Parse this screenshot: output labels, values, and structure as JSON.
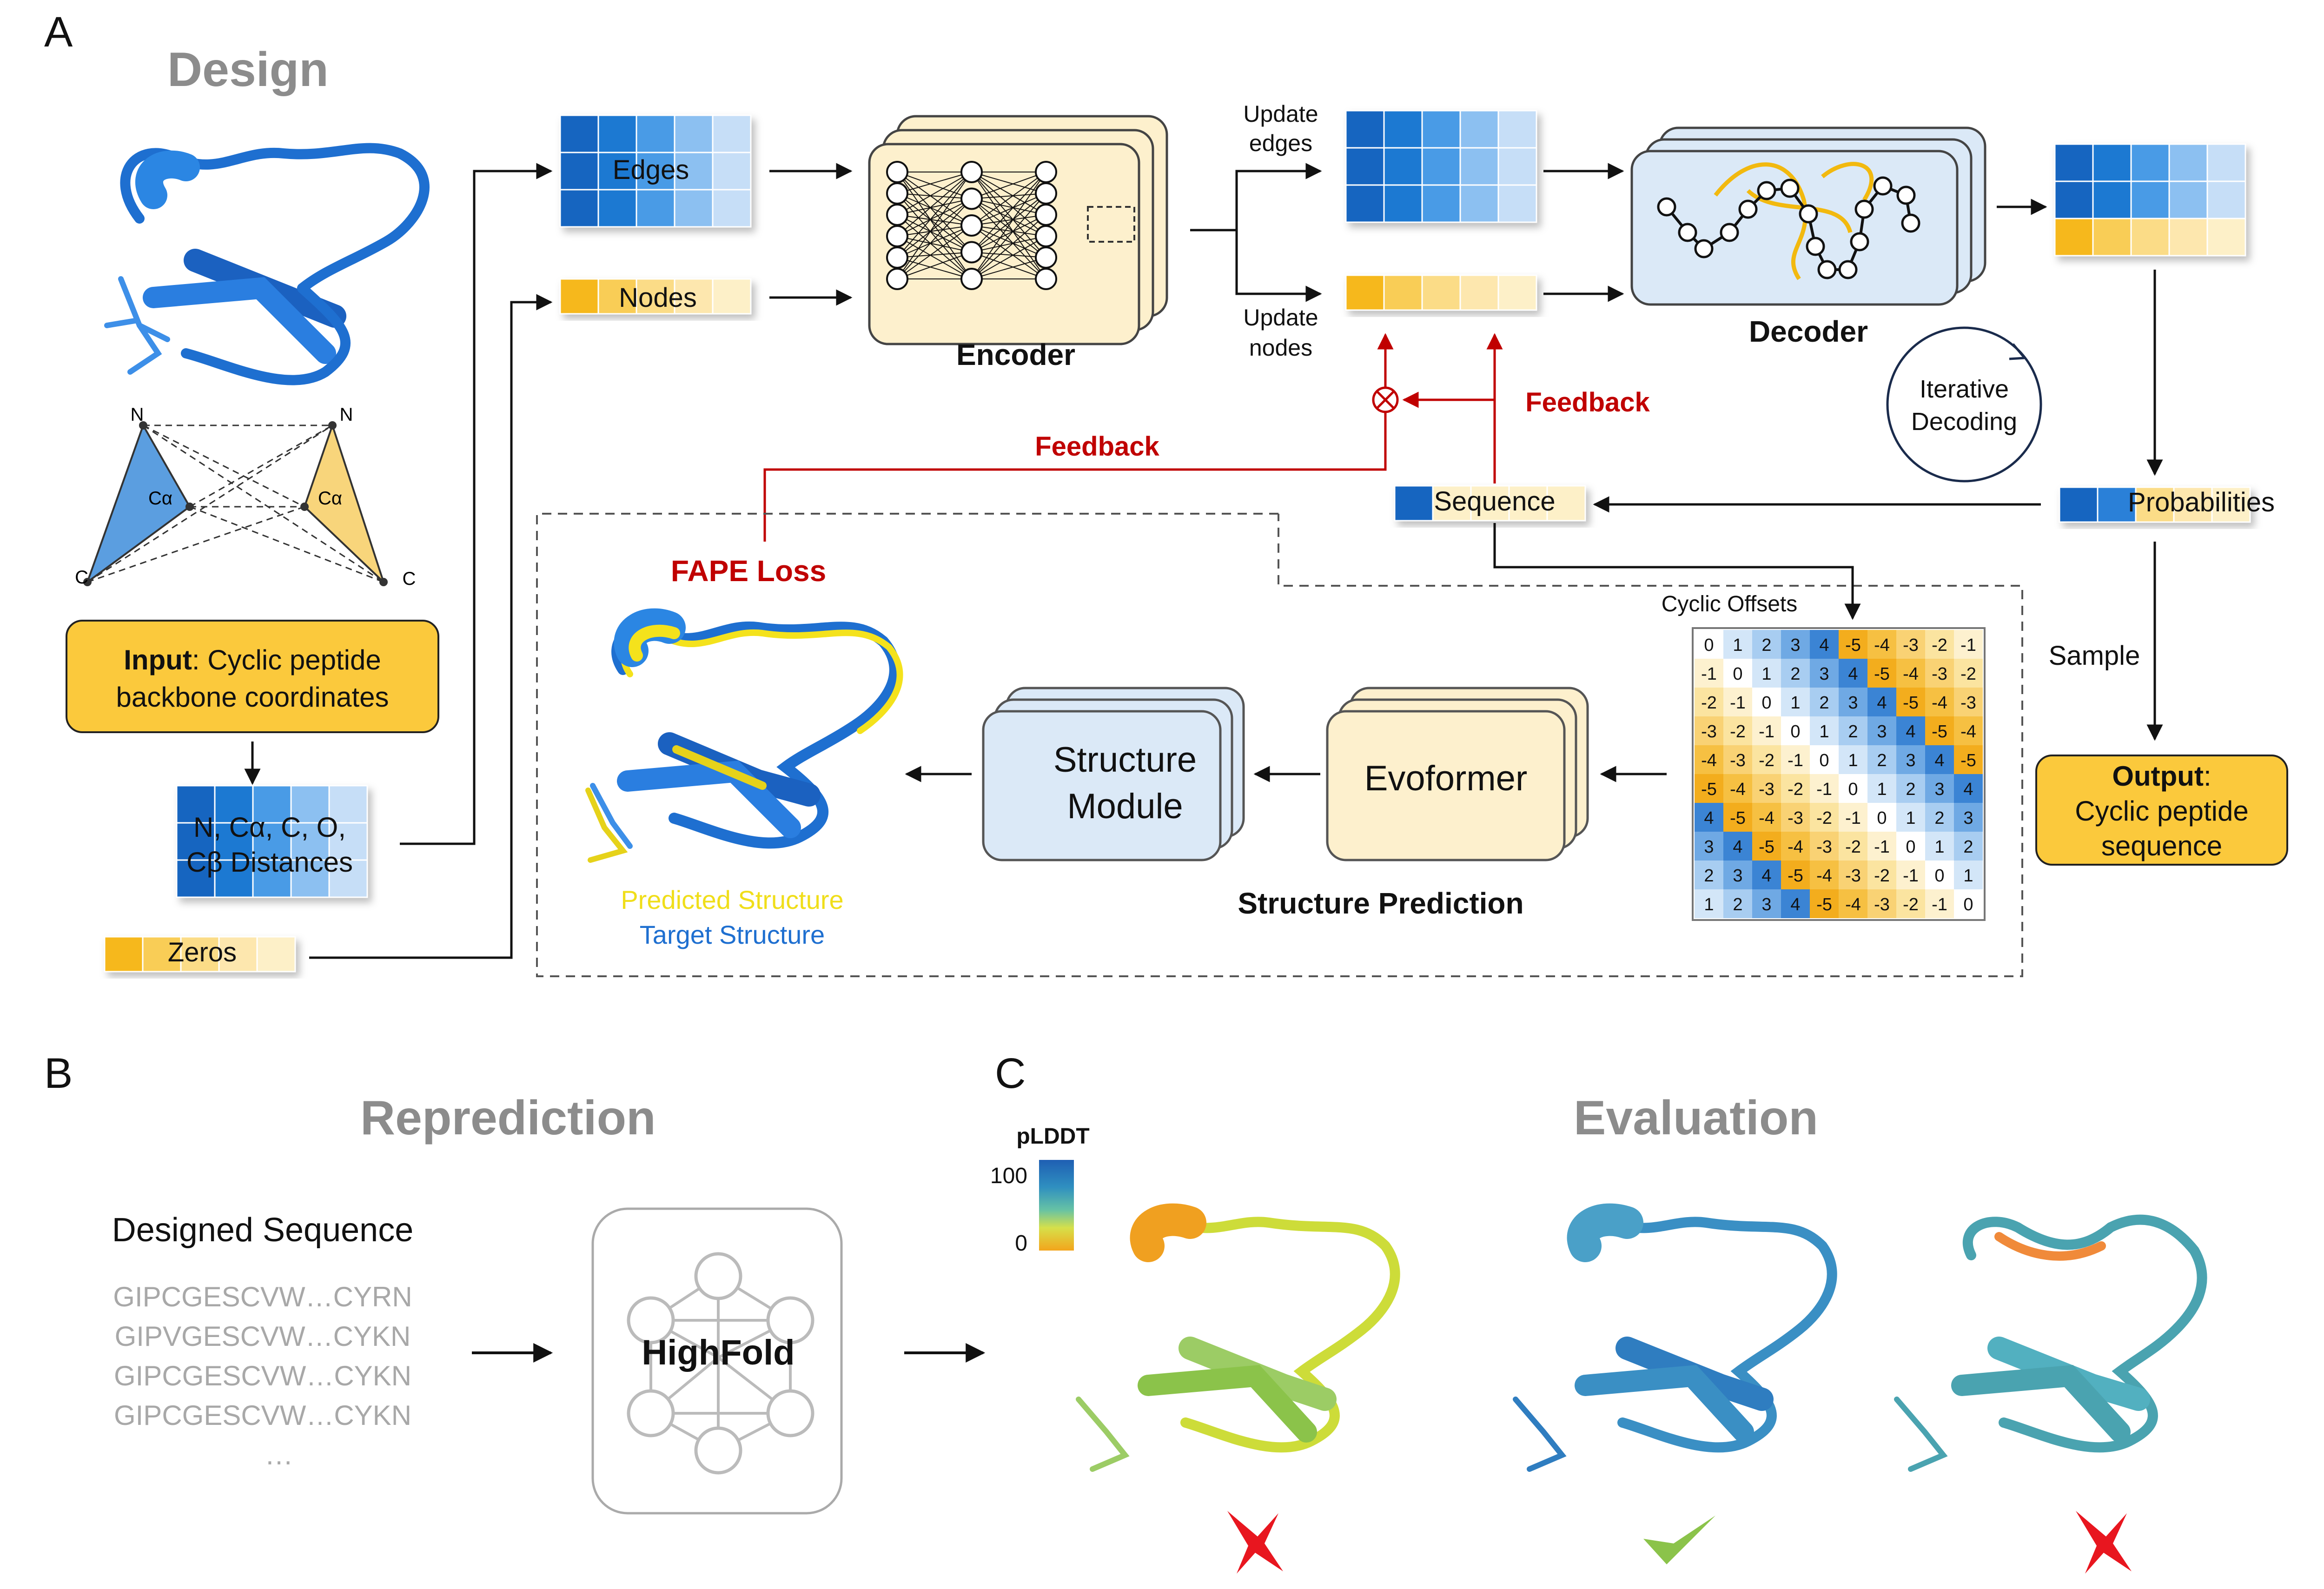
{
  "panel_labels": {
    "a": "A",
    "b": "B",
    "c": "C"
  },
  "titles": {
    "design": "Design",
    "reprediction": "Reprediction",
    "evaluation": "Evaluation"
  },
  "design": {
    "triangle_labels": {
      "n_left": "N",
      "n_right": "N",
      "c_left": "C",
      "c_right": "C",
      "ca_left": "Cα",
      "ca_right": "Cα"
    },
    "input_bold": "Input",
    "input_rest": ": Cyclic peptide",
    "input_line2": "backbone coordinates",
    "distances_line1": "N, Cα, C, O,",
    "distances_line2": "Cβ Distances",
    "zeros": "Zeros",
    "edges": "Edges",
    "nodes": "Nodes",
    "encoder": "Encoder",
    "update_edges_1": "Update",
    "update_edges_2": "edges",
    "update_nodes_1": "Update",
    "update_nodes_2": "nodes",
    "decoder": "Decoder",
    "iterative_1": "Iterative",
    "iterative_2": "Decoding",
    "feedback_top": "Feedback",
    "feedback_left": "Feedback",
    "sequence": "Sequence",
    "probabilities": "Probabilities",
    "sample": "Sample",
    "output_bold": "Output",
    "output_colon": ":",
    "output_line2": "Cyclic peptide",
    "output_line3": "sequence",
    "fape": "FAPE Loss",
    "cyclic_offsets": "Cyclic Offsets",
    "offset_matrix": [
      [
        0,
        1,
        2,
        3,
        4,
        -5,
        -4,
        -3,
        -2,
        -1
      ],
      [
        -1,
        0,
        1,
        2,
        3,
        4,
        -5,
        -4,
        -3,
        -2
      ],
      [
        -2,
        -1,
        0,
        1,
        2,
        3,
        4,
        -5,
        -4,
        -3
      ],
      [
        -3,
        -2,
        -1,
        0,
        1,
        2,
        3,
        4,
        -5,
        -4
      ],
      [
        -4,
        -3,
        -2,
        -1,
        0,
        1,
        2,
        3,
        4,
        -5
      ],
      [
        -5,
        -4,
        -3,
        -2,
        -1,
        0,
        1,
        2,
        3,
        4
      ],
      [
        4,
        -5,
        -4,
        -3,
        -2,
        -1,
        0,
        1,
        2,
        3
      ],
      [
        3,
        4,
        -5,
        -4,
        -3,
        -2,
        -1,
        0,
        1,
        2
      ],
      [
        2,
        3,
        4,
        -5,
        -4,
        -3,
        -2,
        -1,
        0,
        1
      ],
      [
        1,
        2,
        3,
        4,
        -5,
        -4,
        -3,
        -2,
        -1,
        0
      ]
    ],
    "evoformer": "Evoformer",
    "structure_module_1": "Structure",
    "structure_module_2": "Module",
    "structure_prediction": "Structure Prediction",
    "predicted": "Predicted Structure",
    "target": "Target Structure"
  },
  "reprediction": {
    "designed_sequence": "Designed Sequence",
    "sequences": [
      "GIPCGESCVW…CYRN",
      "GIPVGESCVW…CYKN",
      "GIPCGESCVW…CYKN",
      "GIPCGESCVW…CYKN"
    ],
    "ellipsis": "…",
    "highfold": "HighFold"
  },
  "evaluation": {
    "plddt": "pLDDT",
    "scale_max": "100",
    "scale_min": "0",
    "verdicts": [
      "cross",
      "check",
      "cross"
    ]
  },
  "colors": {
    "blue_dark": "#1565c0",
    "blue_light": "#cfe3f7",
    "yellow_dark": "#f6b81c",
    "yellow_light": "#fdf0c8",
    "feedback_red": "#c00000",
    "encoder_fill": "#fdf0cd",
    "decoder_fill": "#dbe9f7",
    "cross_red": "#e8161f",
    "check_green": "#8bc34a"
  }
}
